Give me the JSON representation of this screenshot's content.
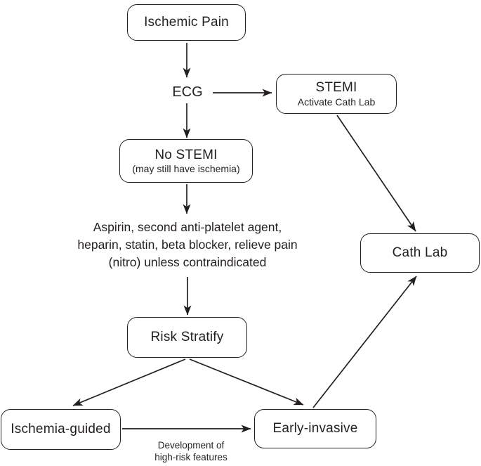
{
  "diagram": {
    "type": "flowchart",
    "background": "#ffffff",
    "colors": {
      "stroke": "#231f20",
      "text": "#231f20",
      "box_fill": "#ffffff"
    },
    "nodes": {
      "ischemic_pain": {
        "label": "Ischemic Pain"
      },
      "ecg": {
        "label": "ECG"
      },
      "stemi": {
        "label": "STEMI",
        "sublabel": "Activate Cath Lab"
      },
      "no_stemi": {
        "label": "No STEMI",
        "sublabel": "(may still have ischemia)"
      },
      "treatment_note": {
        "lines": [
          "Aspirin, second anti-platelet agent,",
          "heparin, statin, beta blocker, relieve pain",
          "(nitro) unless contraindicated"
        ]
      },
      "risk_stratify": {
        "label": "Risk Stratify"
      },
      "ischemia_guided": {
        "label": "Ischemia-guided"
      },
      "early_invasive": {
        "label": "Early-invasive"
      },
      "cath_lab": {
        "label": "Cath Lab"
      }
    },
    "edge_labels": {
      "high_risk": {
        "lines": [
          "Development of",
          "high-risk features"
        ]
      }
    },
    "edges": [
      {
        "from": "Ischemic Pain",
        "to": "ECG"
      },
      {
        "from": "ECG",
        "to": "STEMI"
      },
      {
        "from": "ECG",
        "to": "No STEMI"
      },
      {
        "from": "No STEMI",
        "to": "treatment note"
      },
      {
        "from": "treatment note",
        "to": "Risk Stratify"
      },
      {
        "from": "Risk Stratify",
        "to": "Ischemia-guided"
      },
      {
        "from": "Risk Stratify",
        "to": "Early-invasive"
      },
      {
        "from": "Ischemia-guided",
        "to": "Early-invasive",
        "label": "Development of high-risk features"
      },
      {
        "from": "STEMI",
        "to": "Cath Lab"
      },
      {
        "from": "Early-invasive",
        "to": "Cath Lab"
      }
    ]
  }
}
